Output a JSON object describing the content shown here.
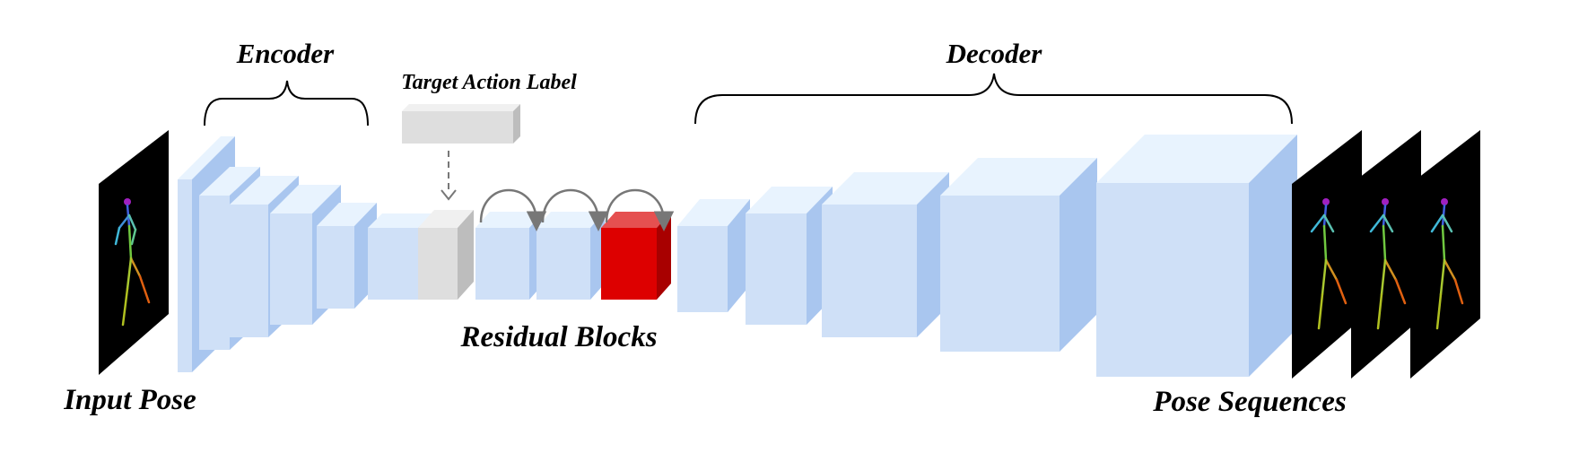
{
  "labels": {
    "encoder": "Encoder",
    "decoder": "Decoder",
    "target_action_label": "Target Action Label",
    "residual_blocks": "Residual Blocks",
    "input_pose": "Input Pose",
    "pose_sequences": "Pose Sequences"
  },
  "colors": {
    "block_front": "#cfe0f7",
    "block_top": "#e8f3fe",
    "block_side": "#a9c6ef",
    "gray_front": "#dedede",
    "gray_top": "#f0f0f0",
    "gray_side": "#bdbdbd",
    "red_front": "#dd0000",
    "red_top": "#e55050",
    "red_side": "#a80000",
    "panel": "#000000"
  },
  "icons": {
    "input_pose": "skeleton-pose-icon",
    "output_pose": "skeleton-pose-icon",
    "skip_connection": "curved-arrow-icon"
  }
}
